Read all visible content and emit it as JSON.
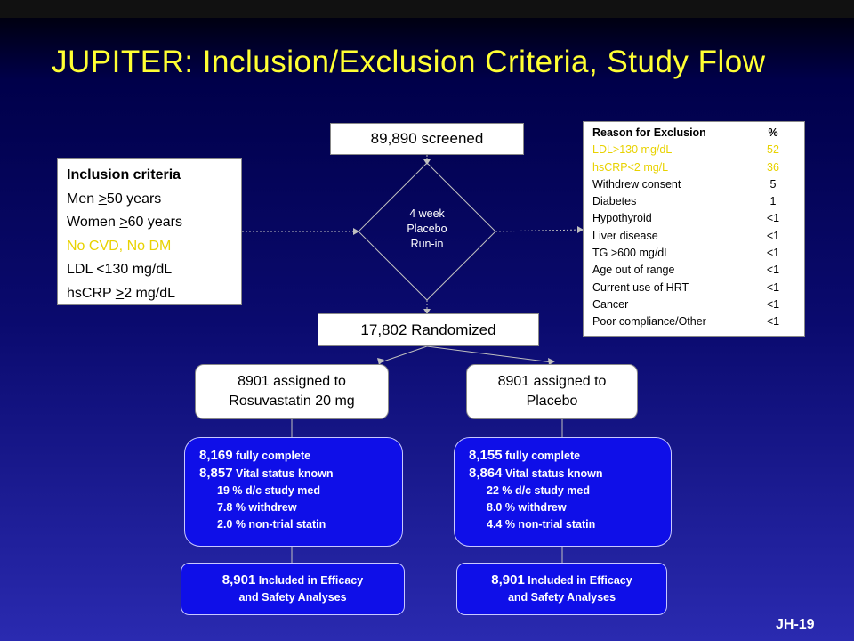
{
  "title": "JUPITER: Inclusion/Exclusion Criteria, Study Flow",
  "screened": "89,890 screened",
  "run_in": [
    "4 week",
    "Placebo",
    "Run-in"
  ],
  "randomized": "17,802 Randomized",
  "inclusion": {
    "heading": "Inclusion criteria",
    "men_prefix": "Men ",
    "men_ge": ">",
    "men_suffix": "50 years",
    "women_prefix": "Women ",
    "women_ge": ">",
    "women_suffix": "60 years",
    "cvd": "No CVD, No DM",
    "ldl": "LDL <130 mg/dL",
    "crp_prefix": "hsCRP ",
    "crp_ge": ">",
    "crp_suffix": "2 mg/dL"
  },
  "exclusion": {
    "header_reason": "Reason for Exclusion",
    "header_pct": "%",
    "rows": [
      {
        "reason": "LDL>130 mg/dL",
        "pct": "52"
      },
      {
        "reason": "hsCRP<2 mg/L",
        "pct": "36"
      },
      {
        "reason": "Withdrew consent",
        "pct": "5"
      },
      {
        "reason": "Diabetes",
        "pct": "1"
      },
      {
        "reason": "Hypothyroid",
        "pct": "<1"
      },
      {
        "reason": "Liver disease",
        "pct": "<1"
      },
      {
        "reason": "TG >600 mg/dL",
        "pct": "<1"
      },
      {
        "reason": "Age out of range",
        "pct": "<1"
      },
      {
        "reason": "Current use of HRT",
        "pct": "<1"
      },
      {
        "reason": "Cancer",
        "pct": "<1"
      },
      {
        "reason": "Poor compliance/Other",
        "pct": "<1"
      }
    ]
  },
  "arm_left": {
    "assigned": [
      "8901 assigned to",
      "Rosuvastatin 20 mg"
    ],
    "complete_n": "8,169",
    "complete_t": " fully complete",
    "vital_n": "8,857",
    "vital_t": " Vital status known",
    "dc": "19 % d/c study med",
    "withdrew": "7.8 % withdrew",
    "nontrial": "2.0 % non-trial statin",
    "included_n": "8,901",
    "included_t": " Included in Efficacy",
    "included_t2": "and Safety Analyses"
  },
  "arm_right": {
    "assigned": [
      "8901 assigned to",
      "Placebo"
    ],
    "complete_n": "8,155",
    "complete_t": " fully complete",
    "vital_n": "8,864",
    "vital_t": " Vital status known",
    "dc": "22 % d/c study med",
    "withdrew": "8.0 % withdrew",
    "nontrial": "4.4 % non-trial statin",
    "included_n": "8,901",
    "included_t": " Included in Efficacy",
    "included_t2": "and Safety Analyses"
  },
  "footer": "JH-19",
  "colors": {
    "title": "#ffff33",
    "highlight": "#e8d200",
    "arm_box": "#0f0fe8"
  }
}
